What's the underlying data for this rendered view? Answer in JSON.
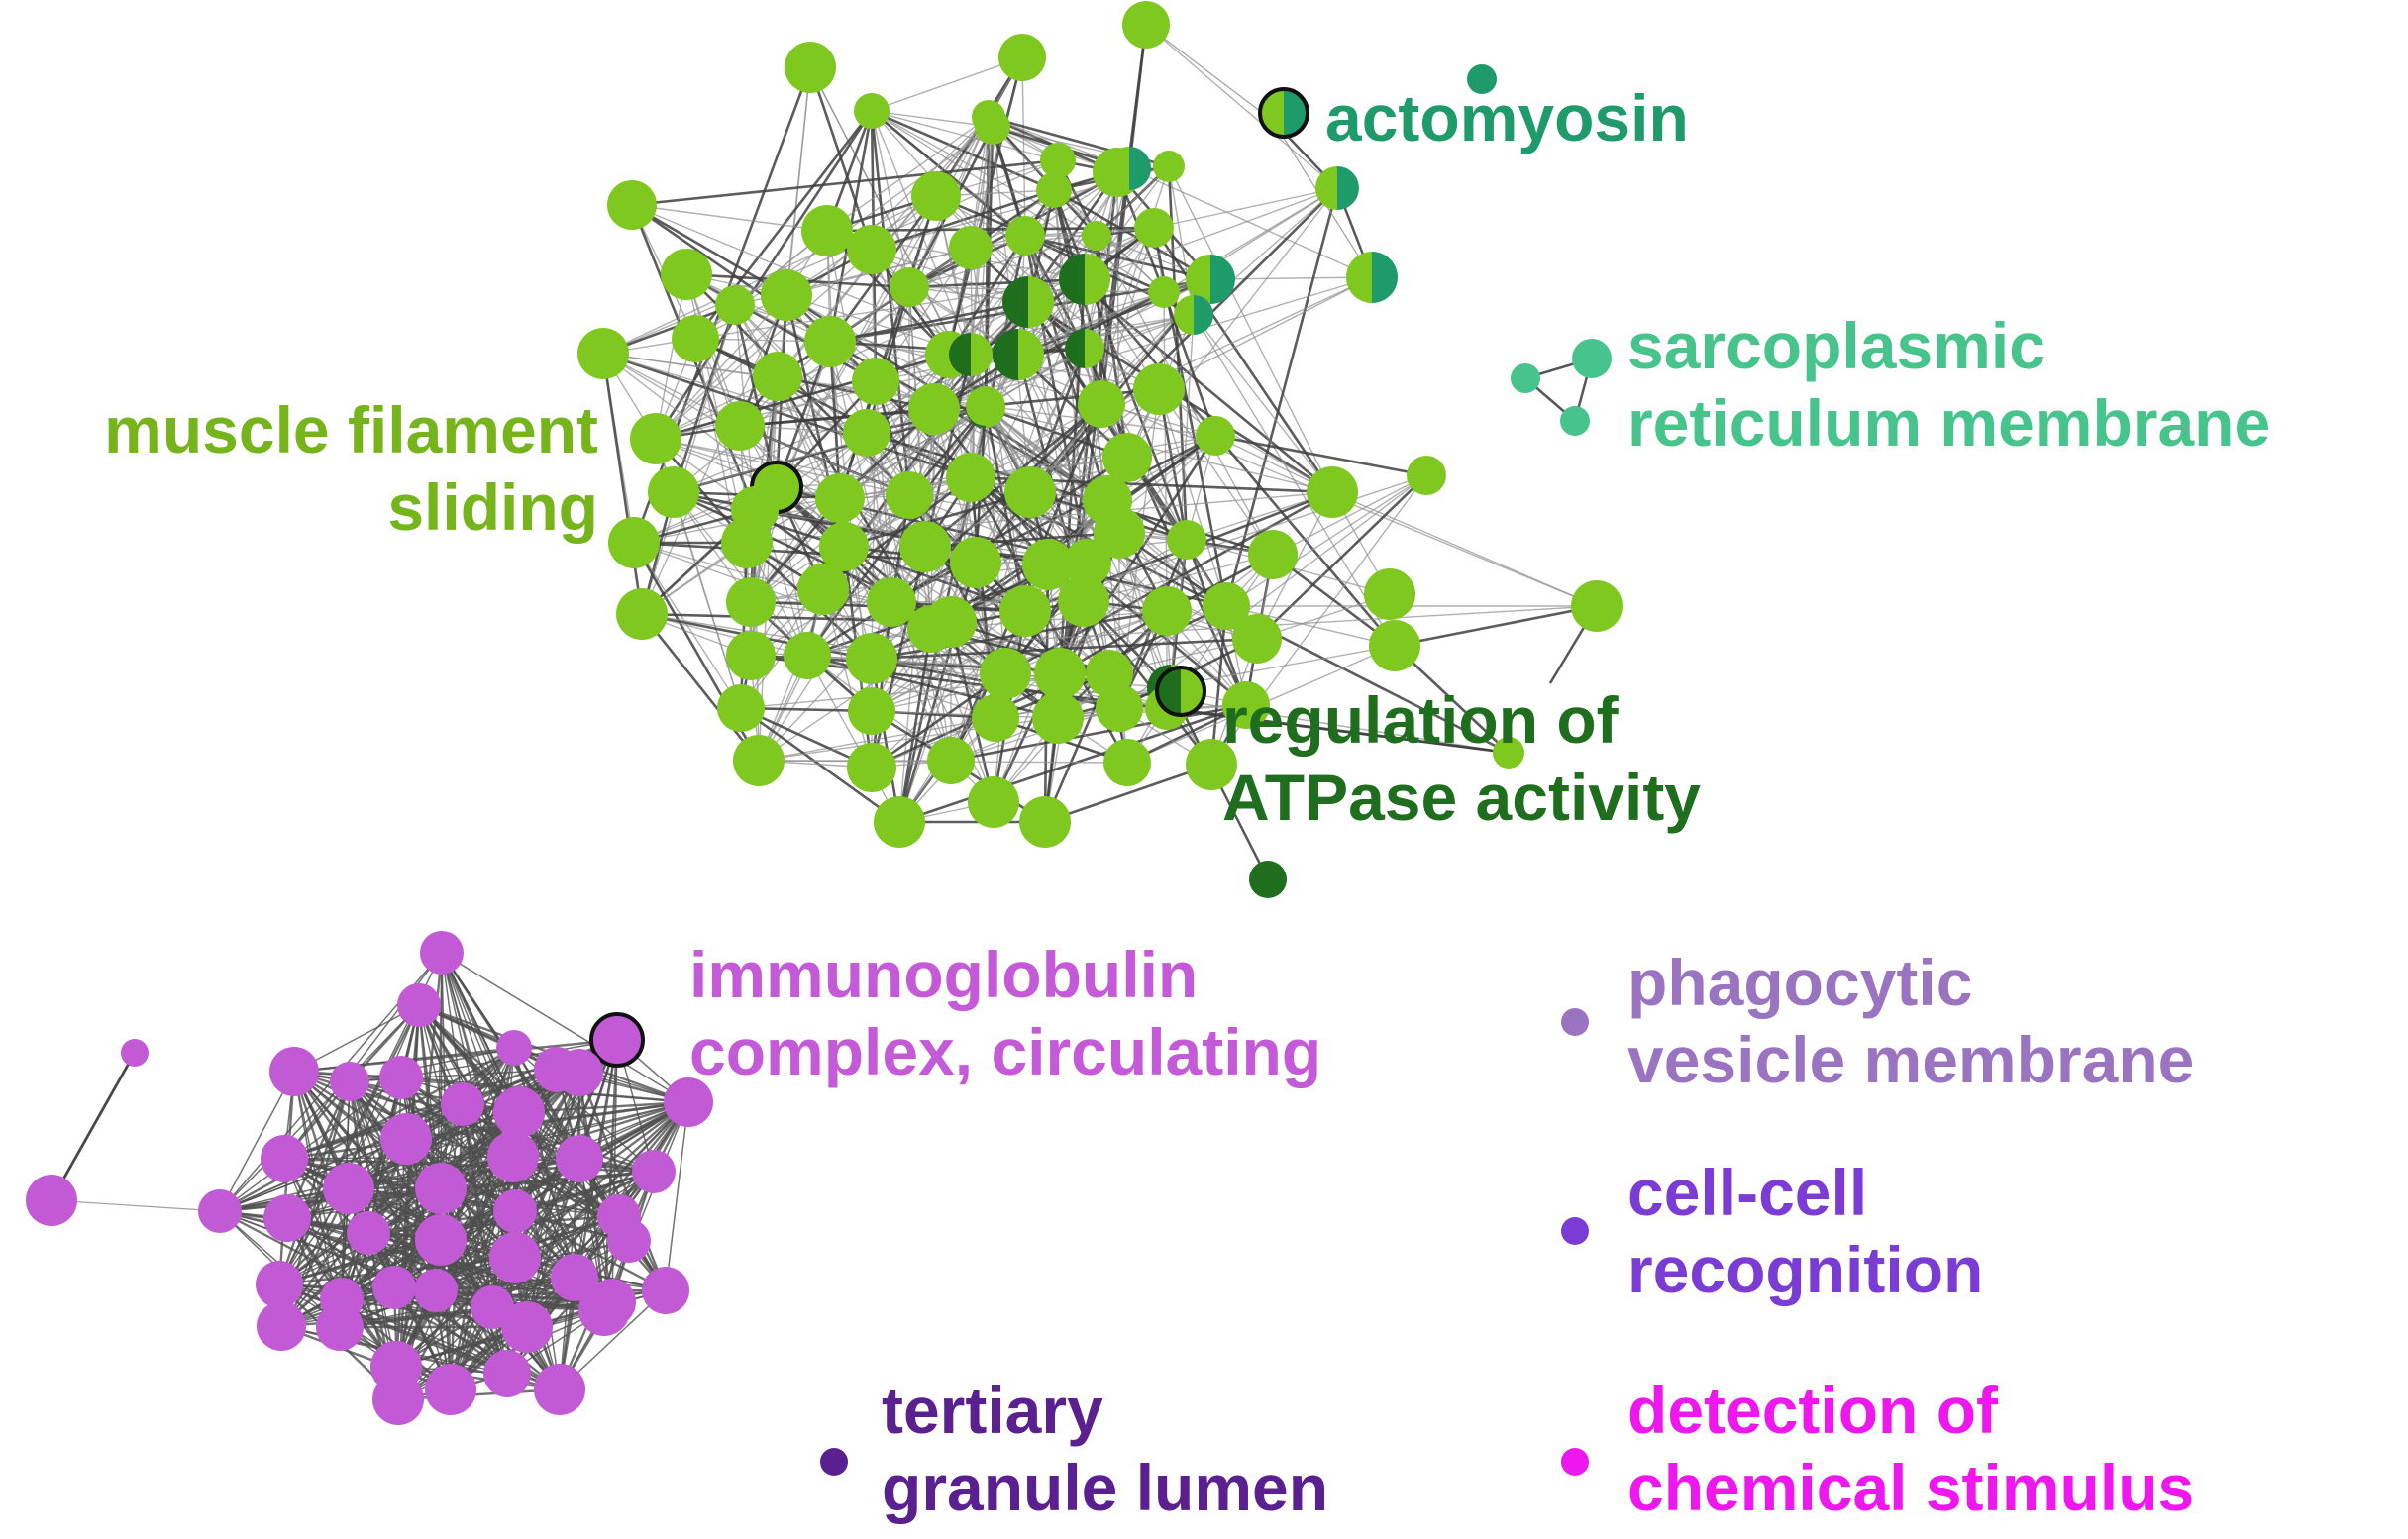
{
  "colors": {
    "muscle": "#7ec820",
    "muscle_label": "#76b41c",
    "dark_green": "#1e6e1e",
    "actomyosin": "#1f9a6a",
    "sarco": "#46c48c",
    "immuno": "#c25ad6",
    "immuno_label": "#c45ad8",
    "phago": "#9a74c0",
    "cellcell": "#7b3cd6",
    "tertiary": "#5a2090",
    "detection": "#ee18ee",
    "edge": "#555555"
  },
  "labels": {
    "muscle_filament_sliding": [
      "muscle filament",
      "sliding"
    ],
    "actomyosin": [
      "actomyosin"
    ],
    "sarcoplasmic": [
      "sarcoplasmic",
      "reticulum membrane"
    ],
    "regulation_atpase": [
      "regulation of",
      "ATPase activity"
    ],
    "immunoglobulin": [
      "immunoglobulin",
      "complex, circulating"
    ],
    "phagocytic": [
      "phagocytic",
      "vesicle membrane"
    ],
    "cell_cell": [
      "cell-cell",
      "recognition"
    ],
    "tertiary": [
      "tertiary",
      "granule lumen"
    ],
    "detection": [
      "detection of",
      "chemical stimulus"
    ]
  }
}
